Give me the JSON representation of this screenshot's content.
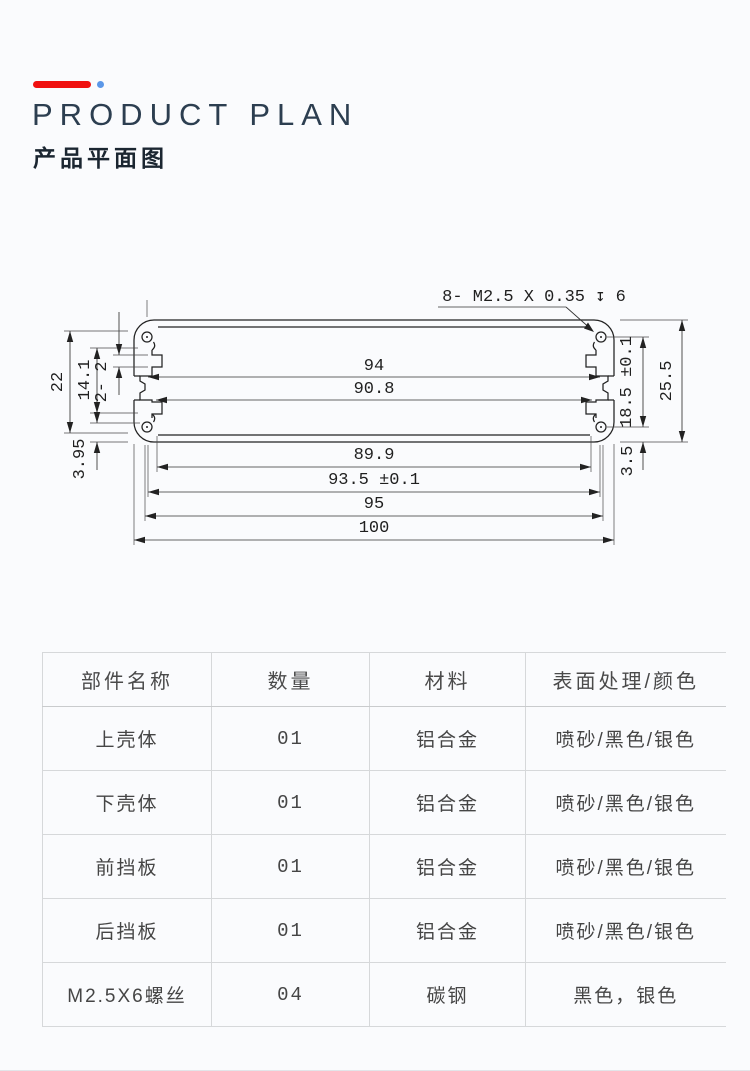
{
  "page": {
    "background": "#fafbfd"
  },
  "header": {
    "accent_bar_color": "#f01010",
    "accent_dot_color": "#5b97e8",
    "title": "PRODUCT PLAN",
    "subtitle": "产品平面图"
  },
  "drawing": {
    "callout": "8- M2.5 X 0.35 ↧ 6",
    "dims": {
      "width_94": "94",
      "width_90_8": "90.8",
      "width_89_9": "89.9",
      "width_93_5": "93.5 ±0.1",
      "width_95": "95",
      "width_100": "100",
      "height_22": "22",
      "height_14_1": "14.1",
      "slot_2_2": "2- 2",
      "height_3_95": "3.95",
      "height_18_5": "18.5 ±0.1",
      "height_25_5": "25.5",
      "height_3_5": "3.5"
    }
  },
  "table": {
    "headers": [
      "部件名称",
      "数量",
      "材料",
      "表面处理/颜色"
    ],
    "rows": [
      [
        "上壳体",
        "01",
        "铝合金",
        "喷砂/黑色/银色"
      ],
      [
        "下壳体",
        "01",
        "铝合金",
        "喷砂/黑色/银色"
      ],
      [
        "前挡板",
        "01",
        "铝合金",
        "喷砂/黑色/银色"
      ],
      [
        "后挡板",
        "01",
        "铝合金",
        "喷砂/黑色/银色"
      ],
      [
        "M2.5X6螺丝",
        "04",
        "碳钢",
        "黑色，银色"
      ]
    ]
  }
}
